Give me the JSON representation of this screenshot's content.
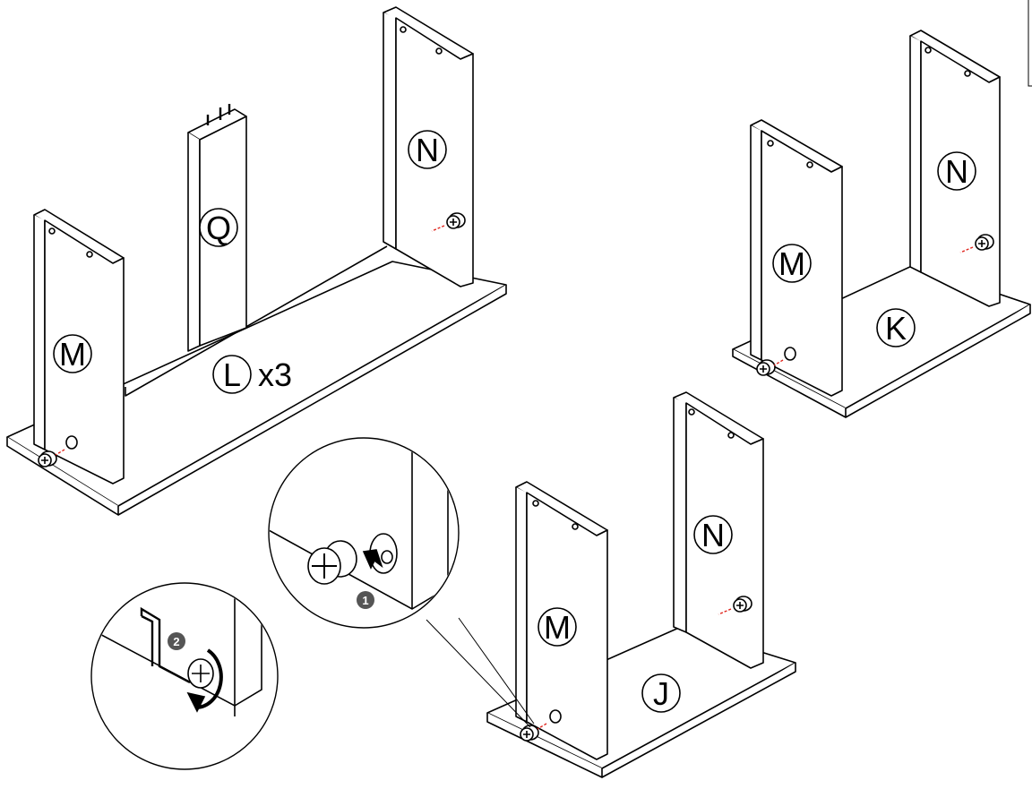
{
  "labels": {
    "part_m": "M",
    "part_n": "N",
    "part_q": "Q",
    "part_l": "L",
    "part_k": "K",
    "part_j": "J",
    "quantity": "x3"
  },
  "steps": {
    "step_1": "1",
    "step_2": "2"
  },
  "colors": {
    "line": "#000000",
    "fill": "#ffffff",
    "accent": "#e0261e",
    "step_badge": "#555555"
  },
  "icons": {
    "cam_lock": "cam-lock-icon",
    "allen_key": "allen-key-icon",
    "rotate_arrow": "rotate-arrow-icon",
    "insert_arrow": "arrow-icon"
  }
}
